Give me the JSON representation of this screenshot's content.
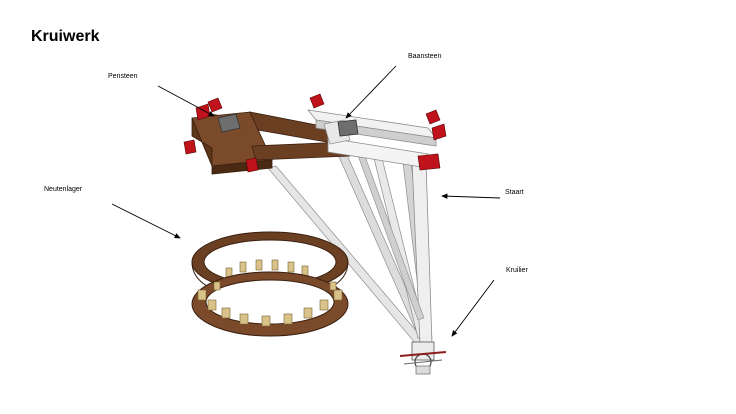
{
  "title": "Kruiwerk",
  "labels": {
    "pensteen": "Pensteen",
    "baansteen": "Baansteen",
    "neutenlager": "Neutenlager",
    "staart": "Staart",
    "kruilier": "Kruilier"
  },
  "colors": {
    "wood": "#6b3f22",
    "wood_light": "#8a5634",
    "white_beam": "#f2f2f2",
    "grey_beam": "#c8c8c8",
    "red_cap": "#c0121a",
    "roller": "#d9c28a"
  }
}
